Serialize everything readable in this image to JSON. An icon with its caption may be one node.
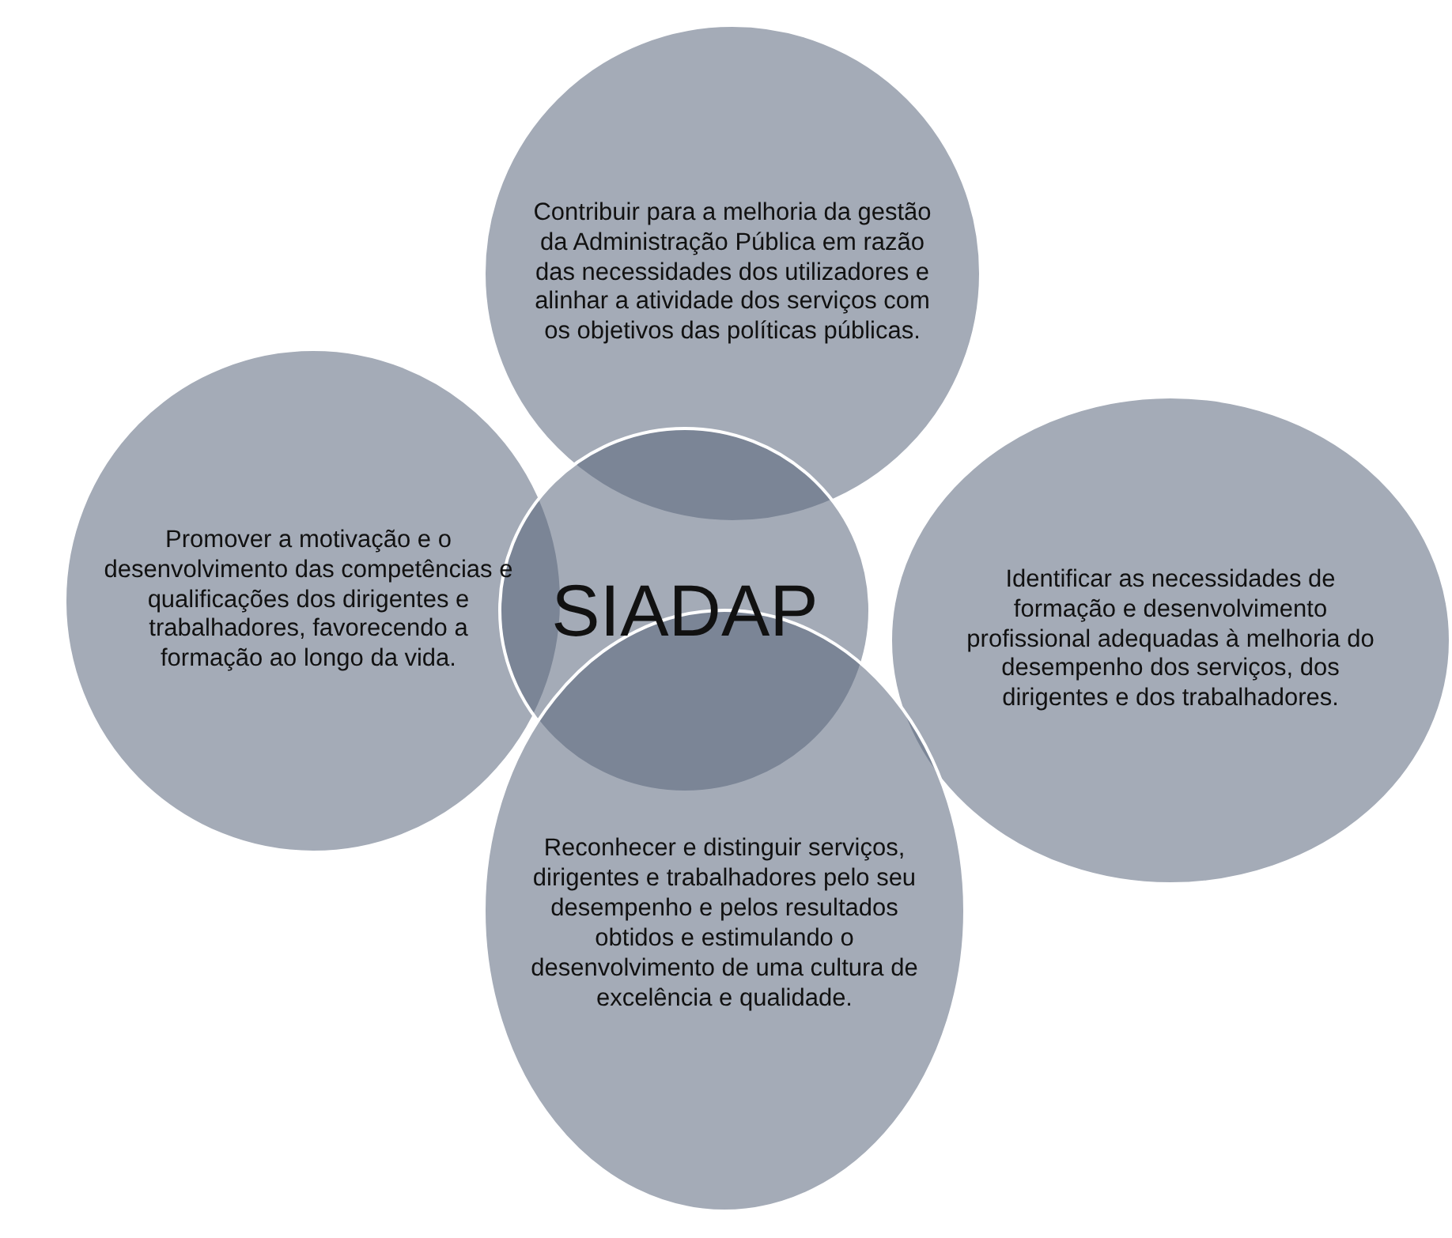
{
  "diagram": {
    "nodes": [
      {
        "text": [
          "Contribuir para a melhoria da gestão da Administração Pública em razão das necessidades dos utilizadores e alinhar a atividade dos serviços com os objetivos das políticas públicas."
        ]
      },
      {
        "text": [
          "Promover a motivação e o desenvolvimento das competências e qualificações dos dirigentes e trabalhadores, favorecendo a formação ao longo da vida."
        ]
      },
      {
        "text": [
          "SIADAP"
        ]
      },
      {
        "text": [
          "Identificar as necessidades de formação e desenvolvimento profissional adequadas à melhoria do desempenho dos serviços, dos dirigentes e dos trabalhadores."
        ]
      },
      {
        "text": [
          "Reconhecer e distinguir serviços, dirigentes e trabalhadores pelo seu desempenho e pelos resultados obtidos e estimulando o desenvolvimento de uma cultura de excelência e qualidade."
        ]
      }
    ],
    "edges": []
  }
}
